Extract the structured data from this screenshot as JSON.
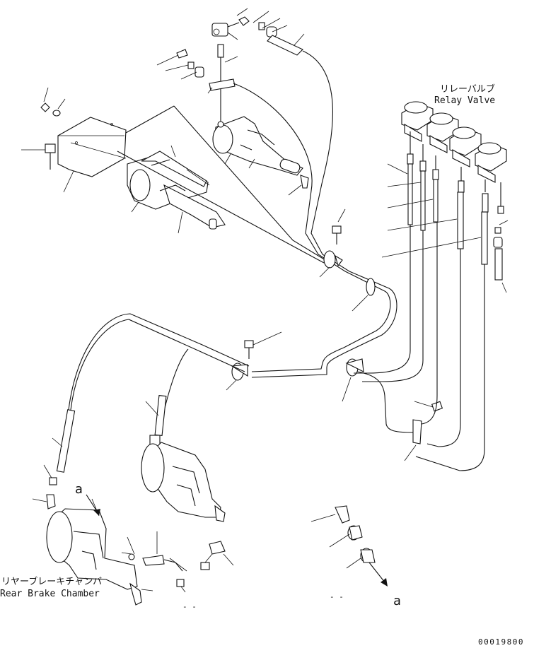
{
  "labels": {
    "relay_valve_jp": "リレーバルブ",
    "relay_valve_en": "Relay Valve",
    "rear_brake_jp": "リヤーブレーキチャンバ",
    "rear_brake_en": "Rear Brake Chamber",
    "view_marker_top": "a",
    "view_marker_bottom": "a",
    "drawing_number": "00019800",
    "dash_left": "- -",
    "dash_right": "- -"
  }
}
